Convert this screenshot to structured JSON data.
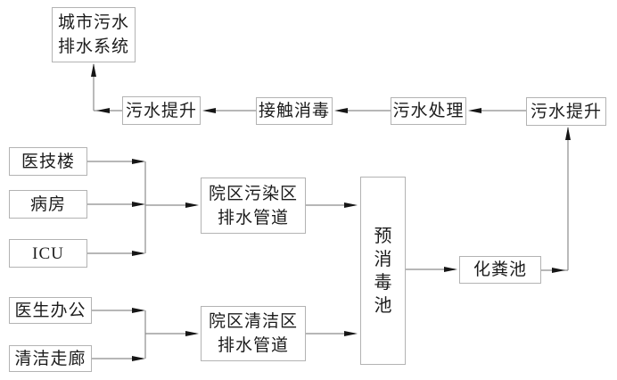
{
  "diagram": {
    "nodes": {
      "city_sewage": {
        "line1": "城市污水",
        "line2": "排水系统"
      },
      "lift_left": {
        "label": "污水提升"
      },
      "contact_disinfect": {
        "label": "接触消毒"
      },
      "treatment": {
        "label": "污水处理"
      },
      "lift_right": {
        "label": "污水提升"
      },
      "medical_tech": {
        "label": "医技楼"
      },
      "ward": {
        "label": "病房"
      },
      "icu": {
        "label": "ICU"
      },
      "contaminated_pipe": {
        "line1": "院区污染区",
        "line2": "排水管道"
      },
      "pre_disinfect_tank": {
        "label": "预消毒池"
      },
      "septic_tank": {
        "label": "化粪池"
      },
      "doctor_office": {
        "label": "医生办公"
      },
      "clean_corridor": {
        "label": "清洁走廊"
      },
      "clean_pipe": {
        "line1": "院区清洁区",
        "line2": "排水管道"
      }
    },
    "edges": [
      {
        "from": "medical_tech",
        "to": "contaminated_pipe"
      },
      {
        "from": "ward",
        "to": "contaminated_pipe"
      },
      {
        "from": "icu",
        "to": "contaminated_pipe"
      },
      {
        "from": "contaminated_pipe",
        "to": "pre_disinfect_tank"
      },
      {
        "from": "doctor_office",
        "to": "clean_pipe"
      },
      {
        "from": "clean_corridor",
        "to": "clean_pipe"
      },
      {
        "from": "clean_pipe",
        "to": "pre_disinfect_tank"
      },
      {
        "from": "pre_disinfect_tank",
        "to": "septic_tank"
      },
      {
        "from": "septic_tank",
        "to": "lift_right"
      },
      {
        "from": "lift_right",
        "to": "treatment"
      },
      {
        "from": "treatment",
        "to": "contact_disinfect"
      },
      {
        "from": "contact_disinfect",
        "to": "lift_left"
      },
      {
        "from": "lift_left",
        "to": "city_sewage"
      }
    ],
    "colors": {
      "background": "#ffffff",
      "line": "#8c8c8c",
      "arrow": "#161616",
      "box_border": "#b3b3b3",
      "text": "#1c1c1c"
    }
  }
}
